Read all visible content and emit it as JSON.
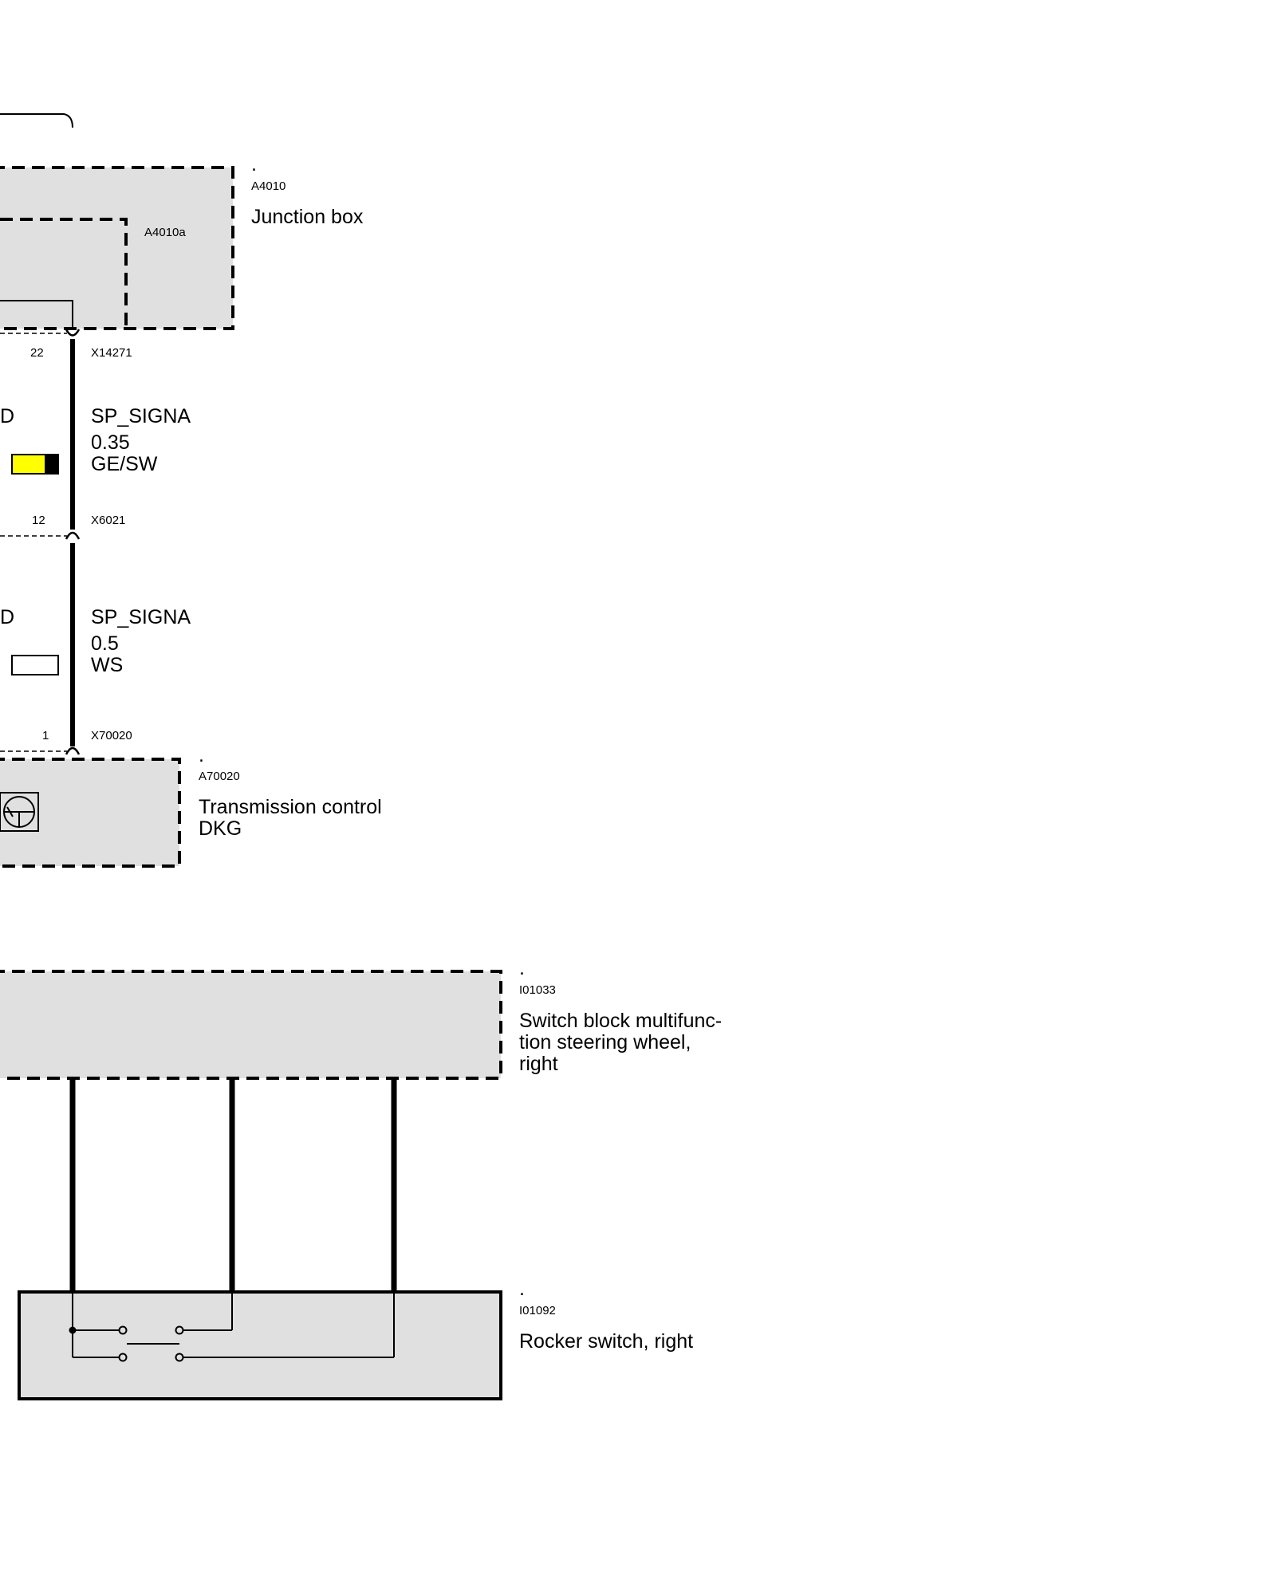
{
  "components": {
    "junction_box": {
      "dot": ".",
      "id": "A4010",
      "name": "Junction box",
      "sub_id": "A4010a"
    },
    "transmission": {
      "dot": ".",
      "id": "A70020",
      "name_line1": "Transmission control",
      "name_line2": "DKG"
    },
    "switch_block": {
      "dot": ".",
      "id": "I01033",
      "name_line1": "Switch block multifunc-",
      "name_line2": "tion steering wheel,",
      "name_line3": "right"
    },
    "rocker_switch": {
      "dot": ".",
      "id": "I01092",
      "name": "Rocker switch, right"
    }
  },
  "connectors": {
    "top": {
      "id": "X14271",
      "pin": "22"
    },
    "middle": {
      "id": "X6021",
      "pin": "12"
    },
    "bottom": {
      "id": "X70020",
      "pin": "1"
    }
  },
  "wires": [
    {
      "signal": "SP_SIGNA",
      "size": "0.35",
      "color_code": "GE/SW",
      "left_cut_text": "D",
      "swatch_colors": [
        "#ffff00",
        "#000000"
      ]
    },
    {
      "signal": "SP_SIGNA",
      "size": "0.5",
      "color_code": "WS",
      "left_cut_text": "D",
      "swatch_colors": [
        "#ffffff"
      ]
    }
  ],
  "colors": {
    "box_fill": "#e0e0e0",
    "line": "#000000",
    "wire_yellow": "#ffff00"
  },
  "icons": {
    "transmission_symbol": "steering-wheel-icon"
  }
}
